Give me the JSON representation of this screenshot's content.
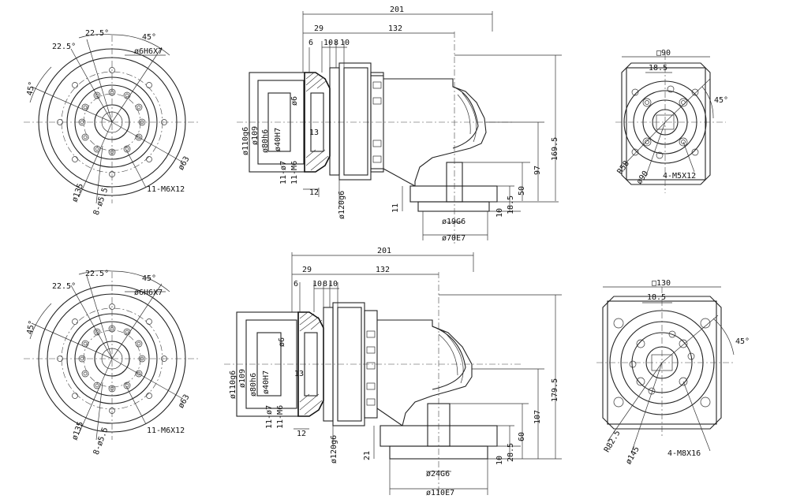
{
  "drawing_top": {
    "left_view": {
      "ang_top1": "22.5°",
      "ang_top2": "22.5°",
      "ang_right": "45°",
      "ang_left": "45°",
      "label_6h": "ø6H6X7",
      "label_63": "ø63",
      "label_135": "ø135",
      "label_8": "8-ø5.5",
      "label_11": "11-M6X12"
    },
    "side_view": {
      "dim_201": "201",
      "dim_29": "29",
      "dim_132": "132",
      "dim_6": "6",
      "dim_10a": "10",
      "dim_8": "8",
      "dim_10b": "10",
      "dia_110": "ø110g6",
      "dia_109": "ø109",
      "dia_80": "ø80h6",
      "dia_40": "ø40H7",
      "dia_6": "ø6",
      "dim_13": "13",
      "lab_11": "11-ø7",
      "lab_m": "11-M6",
      "dim_12": "12",
      "dia_120": "ø120g6",
      "dim_1695": "169.5",
      "dim_97": "97",
      "dim_50": "50",
      "dim_185": "18.5",
      "dim_10c": "10",
      "dim_11": "11",
      "dia_19": "ø19G6",
      "dia_70": "ø70E7"
    },
    "right_view": {
      "sq": "□90",
      "dim_185": "18.5",
      "ang": "45°",
      "r58": "R58",
      "dia_90": "ø90",
      "bolts": "4-M5X12"
    }
  },
  "drawing_bottom": {
    "left_view": {
      "ang_top1": "22.5°",
      "ang_top2": "22.5°",
      "ang_right": "45°",
      "ang_left": "45°",
      "label_6h": "ø6H6X7",
      "label_63": "ø63",
      "label_135": "ø135",
      "label_8": "8-ø5.5",
      "label_11": "11-M6X12"
    },
    "side_view": {
      "dim_201": "201",
      "dim_29": "29",
      "dim_132": "132",
      "dim_6": "6",
      "dim_10a": "10",
      "dim_8": "8",
      "dim_10b": "10",
      "dia_110": "ø110g6",
      "dia_109": "ø109",
      "dia_80": "ø80h6",
      "dia_40": "ø40H7",
      "dia_6": "ø6",
      "dim_13": "13",
      "lab_11": "11-ø7",
      "lab_m": "11-M6",
      "dim_12": "12",
      "dia_120": "ø120g6",
      "dim_1795": "179.5",
      "dim_107": "107",
      "dim_60": "60",
      "dim_285": "28.5",
      "dim_10c": "10",
      "dim_21": "21",
      "dia_24": "ø24G6",
      "dia_110e": "ø110E7"
    },
    "right_view": {
      "sq": "□130",
      "dim_185": "18.5",
      "ang": "45°",
      "r82": "R82.5",
      "dia_145": "ø145",
      "bolts": "4-M8X16"
    }
  }
}
